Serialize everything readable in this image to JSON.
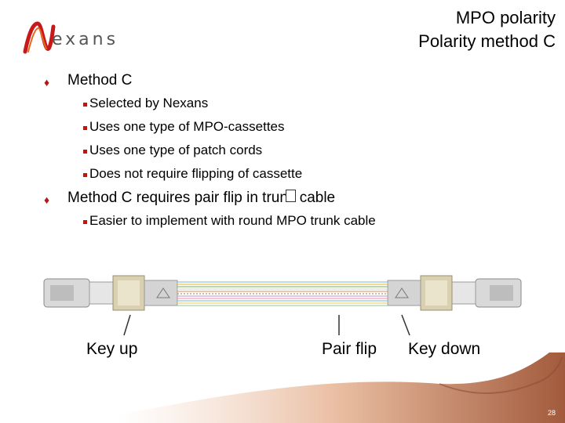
{
  "header": {
    "title": "MPO polarity",
    "subtitle": "Polarity method C",
    "logo_text": "exans"
  },
  "content": {
    "items": [
      {
        "text": "Method C"
      },
      {
        "text": "Selected by Nexans"
      },
      {
        "text": "Uses one type of MPO-cassettes"
      },
      {
        "text": "Uses one type of patch cords"
      },
      {
        "text": "Does not require flipping of cassette"
      },
      {
        "text": "Method C requires pair flip in trunk cable"
      },
      {
        "text": "Easier to implement with round MPO trunk cable"
      }
    ]
  },
  "figure": {
    "label_key_up": "Key up",
    "label_pair_flip": "Pair flip",
    "label_key_down": "Key down"
  },
  "footer": {
    "page_number": "28"
  },
  "colors": {
    "accent": "#b81810"
  }
}
